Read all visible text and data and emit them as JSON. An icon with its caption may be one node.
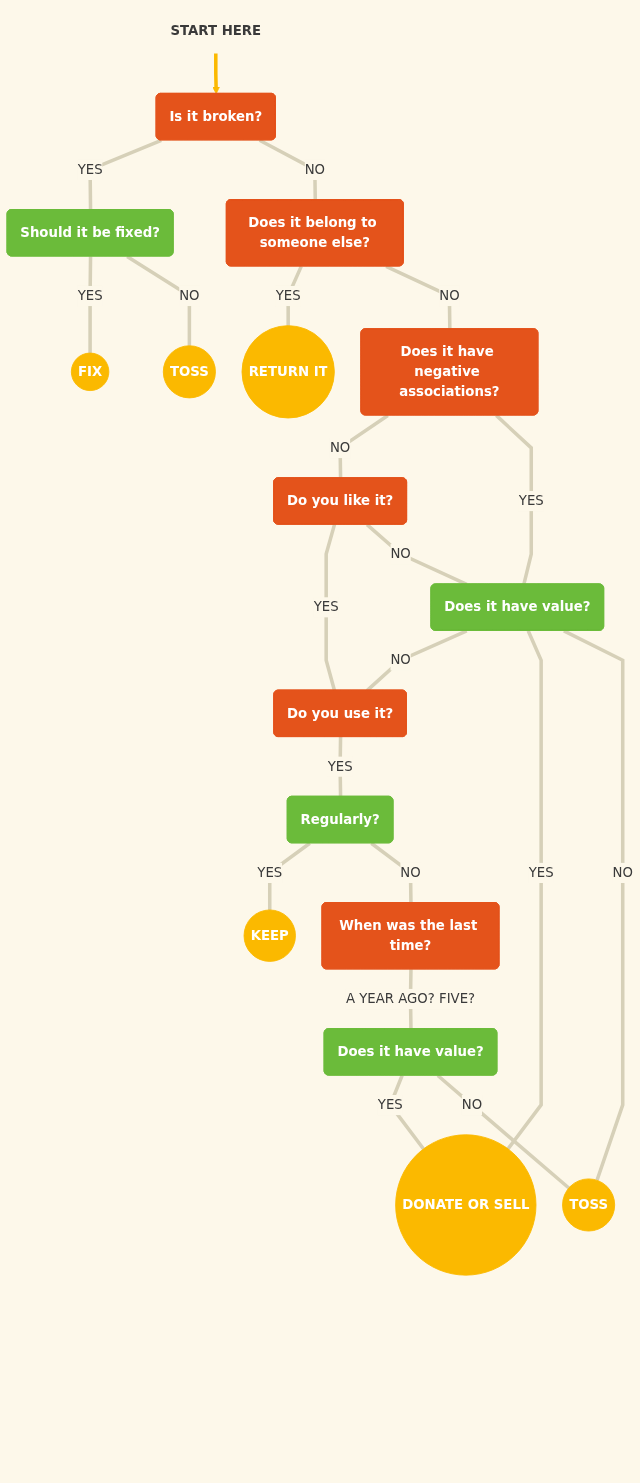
{
  "diagram": {
    "nodes": [
      {
        "text": [
          "START HERE"
        ]
      },
      {
        "text": [
          "Is it broken?"
        ]
      },
      {
        "text": [
          "Should it be fixed?"
        ]
      },
      {
        "text": [
          "Does it belong to someone else?"
        ]
      },
      {
        "text": [
          "TOSS"
        ]
      },
      {
        "text": [
          "FIX"
        ]
      },
      {
        "text": [
          "RETURN IT"
        ]
      },
      {
        "text": [
          "Does it have negative associations?"
        ]
      },
      {
        "text": [
          "Do you like it?"
        ]
      },
      {
        "text": [
          "Do you use it?"
        ]
      },
      {
        "text": [
          "Does it have value?"
        ]
      },
      {
        "text": [
          "Regularly?"
        ]
      },
      {
        "text": [
          "DONATE OR SELL"
        ]
      },
      {
        "text": [
          "TOSS"
        ]
      },
      {
        "text": [
          "KEEP"
        ]
      },
      {
        "text": [
          "When was the last time?"
        ]
      },
      {
        "text": [
          "Does it have value?"
        ]
      }
    ],
    "edges": [
      {
        "from": 0,
        "to": 1,
        "arrow": "to",
        "color": "#fbb900"
      },
      {
        "from": 1,
        "to": 2,
        "arrow": "none",
        "label": "YES"
      },
      {
        "from": 1,
        "to": 3,
        "arrow": "none",
        "label": "NO"
      },
      {
        "from": 2,
        "to": 5,
        "arrow": "none",
        "label": "YES"
      },
      {
        "from": 2,
        "to": 4,
        "arrow": "none",
        "label": "NO"
      },
      {
        "from": 3,
        "to": 6,
        "arrow": "none",
        "label": "YES"
      },
      {
        "from": 3,
        "to": 7,
        "arrow": "none",
        "label": "NO"
      },
      {
        "from": 7,
        "to": 8,
        "arrow": "none",
        "label": "NO"
      },
      {
        "from": 7,
        "to": 10,
        "arrow": "none",
        "label": "YES"
      },
      {
        "from": 8,
        "to": 9,
        "arrow": "none",
        "label": "YES"
      },
      {
        "from": 8,
        "to": 10,
        "arrow": "none",
        "label": "NO"
      },
      {
        "from": 10,
        "to": 9,
        "arrow": "none",
        "label": "NO"
      },
      {
        "from": 10,
        "to": 12,
        "arrow": "none",
        "label": "YES"
      },
      {
        "from": 10,
        "to": 13,
        "arrow": "none",
        "label": "NO"
      },
      {
        "from": 9,
        "to": 11,
        "arrow": "none",
        "label": "YES"
      },
      {
        "from": 11,
        "to": 14,
        "arrow": "none",
        "label": "YES"
      },
      {
        "from": 11,
        "to": 15,
        "arrow": "none",
        "label": "NO"
      },
      {
        "from": 16,
        "to": 12,
        "arrow": "none",
        "label": "YES"
      },
      {
        "from": 16,
        "to": 13,
        "arrow": "none",
        "label": "NO"
      },
      {
        "from": 15,
        "to": 16,
        "arrow": "none",
        "label": "A YEAR AGO? FIVE?"
      }
    ]
  }
}
